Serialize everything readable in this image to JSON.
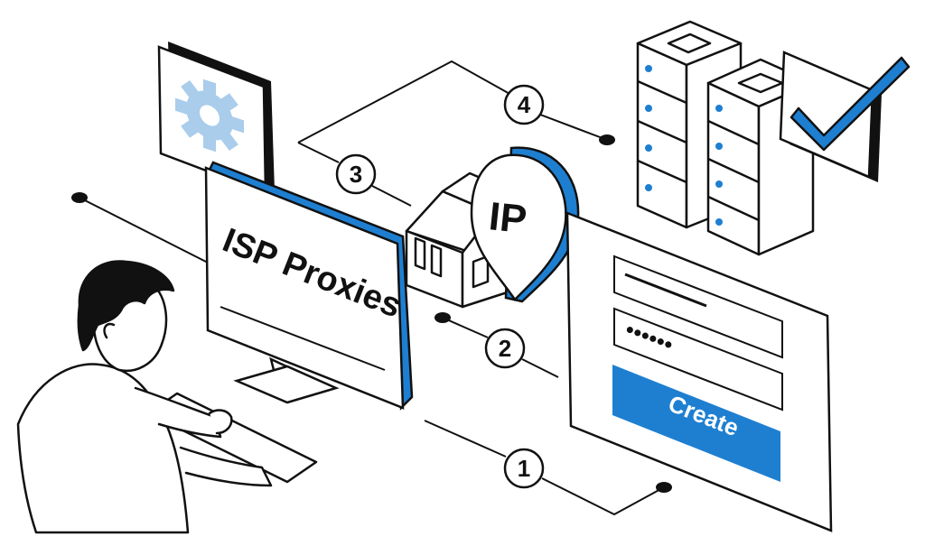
{
  "illustration": {
    "monitor_title": "ISP Proxies",
    "pin_label": "IP",
    "form": {
      "password_mask": "••••••",
      "create_label": "Create"
    },
    "steps": [
      "1",
      "2",
      "3",
      "4"
    ]
  },
  "colors": {
    "accent": "#1e7fd1",
    "accent_light": "#a9cdeb",
    "ink": "#111111",
    "paper": "#ffffff"
  },
  "icons": [
    "gear-icon",
    "house-icon",
    "location-pin-icon",
    "server-rack-icon",
    "checkmark-icon",
    "user-avatar"
  ]
}
